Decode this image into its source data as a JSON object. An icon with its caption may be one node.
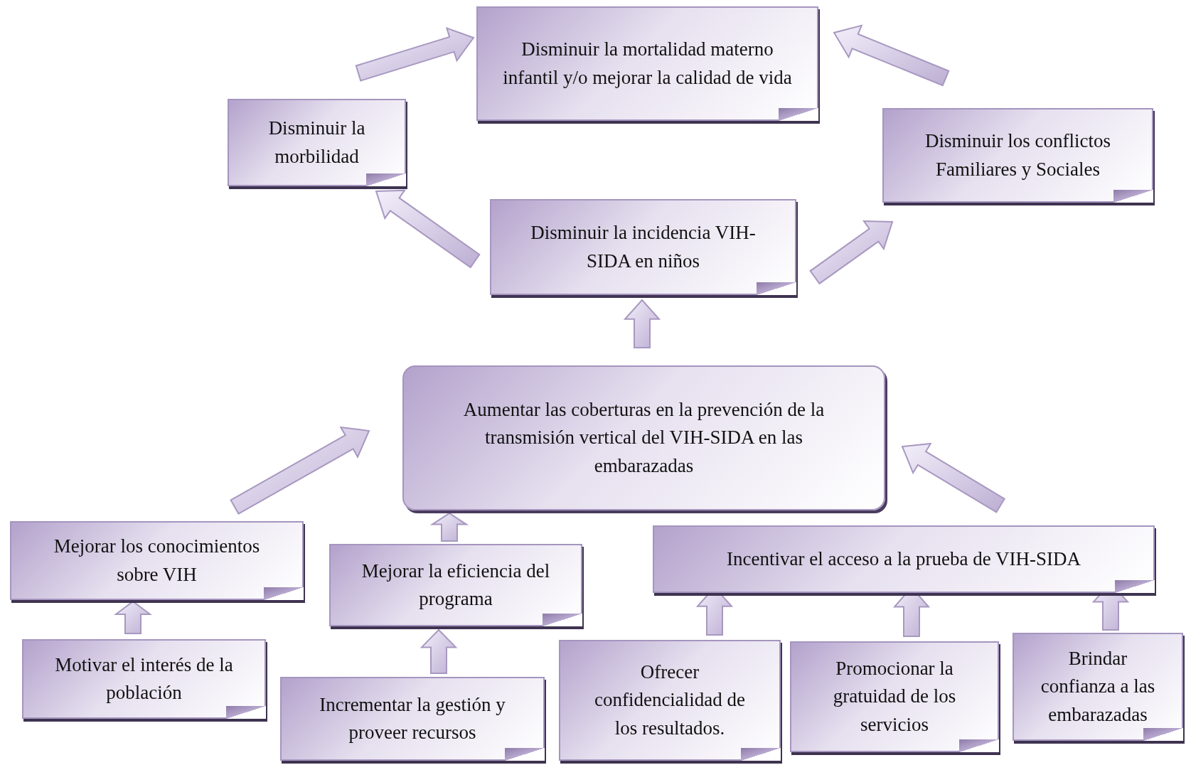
{
  "diagram": {
    "nodes": [
      {
        "text": [
          "Disminuir la mortalidad materno infantil y/o mejorar la calidad de vida"
        ]
      },
      {
        "text": [
          "Disminuir la morbilidad"
        ]
      },
      {
        "text": [
          "Disminuir los conflictos Familiares y Sociales"
        ]
      },
      {
        "text": [
          "Disminuir la incidencia VIH-SIDA en niños"
        ]
      },
      {
        "text": [
          "Aumentar las coberturas en la prevención de la transmisión vertical del VIH-SIDA en las embarazadas"
        ]
      },
      {
        "text": [
          "Mejorar los conocimientos sobre VIH"
        ]
      },
      {
        "text": [
          "Mejorar la eficiencia del programa"
        ]
      },
      {
        "text": [
          "Incentivar el acceso a la prueba de VIH-SIDA"
        ]
      },
      {
        "text": [
          "Motivar el interés de la población"
        ]
      },
      {
        "text": [
          "Incrementar la gestión y proveer recursos"
        ]
      },
      {
        "text": [
          "Ofrecer confidencialidad de los resultados."
        ]
      },
      {
        "text": [
          "Promocionar la gratuidad de los servicios"
        ]
      },
      {
        "text": [
          "Brindar confianza a las embarazadas"
        ]
      }
    ],
    "edges": [
      {
        "from": 1,
        "to": 0,
        "arrow": "to"
      },
      {
        "from": 2,
        "to": 0,
        "arrow": "to"
      },
      {
        "from": 3,
        "to": 1,
        "arrow": "to"
      },
      {
        "from": 3,
        "to": 2,
        "arrow": "to"
      },
      {
        "from": 4,
        "to": 3,
        "arrow": "to"
      },
      {
        "from": 5,
        "to": 4,
        "arrow": "to"
      },
      {
        "from": 6,
        "to": 4,
        "arrow": "to"
      },
      {
        "from": 7,
        "to": 4,
        "arrow": "to"
      },
      {
        "from": 8,
        "to": 5,
        "arrow": "to"
      },
      {
        "from": 9,
        "to": 6,
        "arrow": "to"
      },
      {
        "from": 10,
        "to": 7,
        "arrow": "to"
      },
      {
        "from": 11,
        "to": 7,
        "arrow": "to"
      },
      {
        "from": 12,
        "to": 7,
        "arrow": "to"
      }
    ]
  }
}
